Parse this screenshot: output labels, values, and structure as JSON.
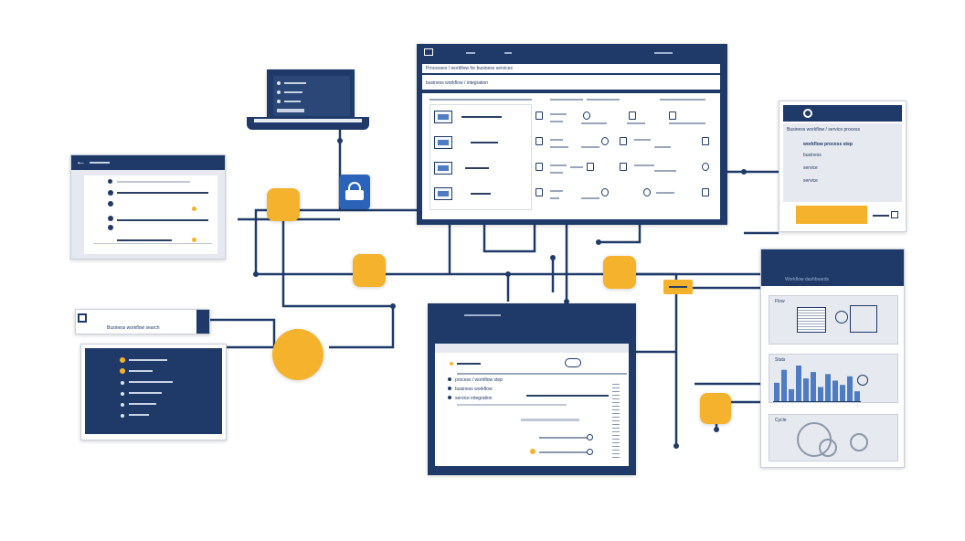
{
  "colors": {
    "navy": "#1f3a68",
    "accent": "#f5b22c",
    "link": "#2b3f63",
    "panel": "#e6e9ef",
    "chart_bar": "#4f7bc3"
  },
  "main_window": {
    "path_text": "Processes / workflow for business services",
    "note_text": "business workflow / integration"
  },
  "left_panel": {
    "title_icon": "arrow-left-icon"
  },
  "bottom_window": {
    "row1": "process / workflow step",
    "row2": "business workflow",
    "row3": "service integration"
  },
  "right_panel": {
    "header_text": "Business workflow / service process",
    "line1": "workflow process step",
    "line2": "business",
    "line3": "service"
  },
  "side_search": {
    "text": "Business workflow search"
  },
  "dashboard": {
    "header_text": "Workflow dashboards",
    "card_titles": [
      "Flow",
      "Stats",
      "Cycle"
    ]
  },
  "chart_data": {
    "type": "bar",
    "values": [
      18,
      30,
      12,
      34,
      22,
      28,
      14,
      26,
      20,
      16,
      24,
      10
    ]
  }
}
